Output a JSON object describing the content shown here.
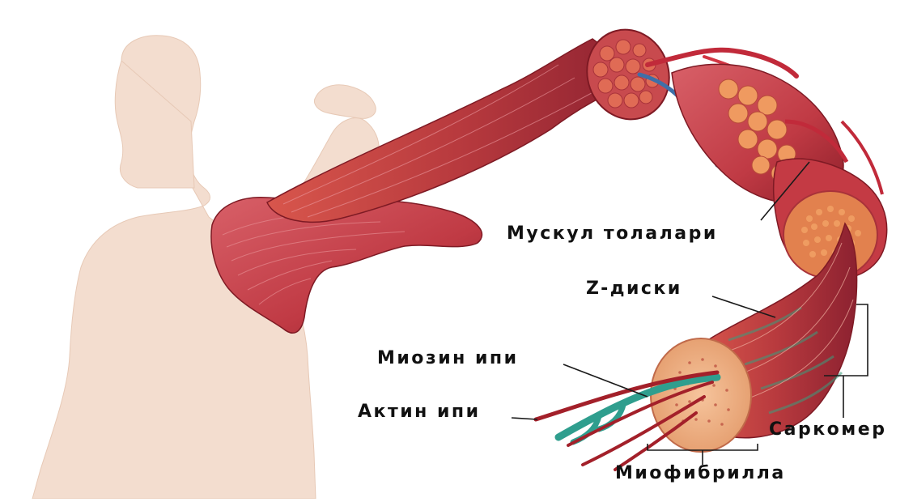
{
  "labels": {
    "muscle_fibers": "Мускул толалари",
    "z_discs": "Z-диски",
    "myosin": "Миозин ипи",
    "actin": "Актин ипи",
    "sarcomere": "Саркомер",
    "myofibril": "Миофибрилла"
  },
  "colors": {
    "skin": "#f3ddcf",
    "muscle": "#c9434b",
    "muscle_dark": "#8e1f2a",
    "fiber_fill": "#e8884a",
    "myofibril_face": "#f2b58a",
    "actin": "#2f9e8e",
    "leader": "#1a1a1a"
  }
}
